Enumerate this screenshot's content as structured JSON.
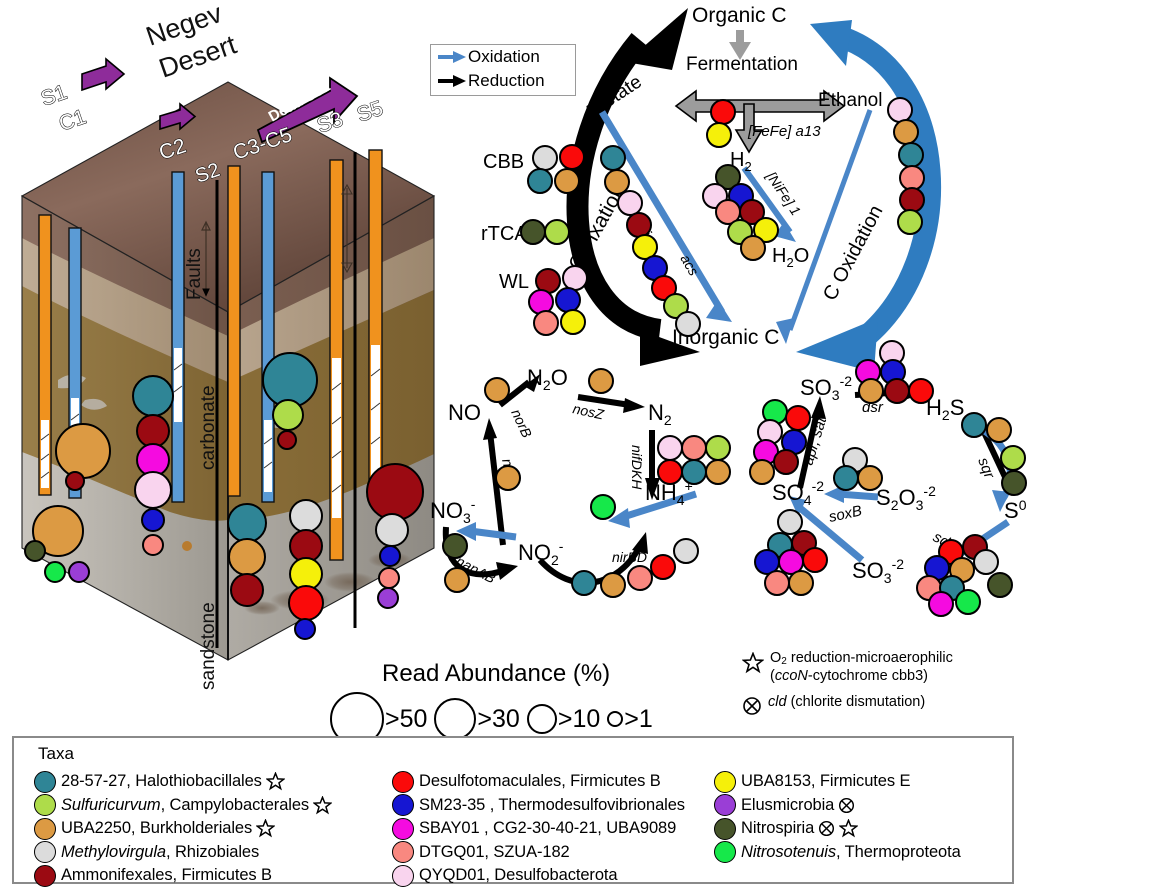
{
  "figure": {
    "block_diagram": {
      "region_label": "Negev Desert",
      "feature_label": "Dead Sea",
      "faults_label": "Faults",
      "strata": [
        {
          "name": "carbonate"
        },
        {
          "name": "sandstone"
        }
      ],
      "boreholes": [
        {
          "id": "S1",
          "type": "sulfur"
        },
        {
          "id": "C1",
          "type": "carbon"
        },
        {
          "id": "C2",
          "type": "carbon"
        },
        {
          "id": "S2",
          "type": "fault"
        },
        {
          "id": "C3-C5",
          "type": "carbon"
        },
        {
          "id": "S3",
          "type": "sulfur"
        },
        {
          "id": "S5",
          "type": "sulfur"
        }
      ],
      "colors": {
        "orange_well": "#F0921E",
        "blue_well": "#5B9BD5",
        "purple_arrow": "#8E2C9A",
        "surface_top": "#7A5C4E",
        "carbonate": "#8A6E3C",
        "sandstone": "#A8A39C"
      }
    },
    "ox_red_key": {
      "oxidation_label": "Oxidation",
      "reduction_label": "Reduction",
      "oxidation_color": "#4A86C8",
      "reduction_color": "#000000"
    },
    "carbon_cycle": {
      "nodes": [
        {
          "label": "Organic C"
        },
        {
          "label": "Fermentation"
        },
        {
          "label": "Acetate"
        },
        {
          "label": "Ethanol"
        },
        {
          "label": "H2"
        },
        {
          "label": "H2O"
        },
        {
          "label": "Inorganic C"
        }
      ],
      "pathway_labels": [
        "CBB",
        "rTCA",
        "WL"
      ],
      "arc_labels": [
        "C Fixation",
        "C Oxidation",
        "Oxidation"
      ],
      "gene_labels": [
        "[FeFe] a13",
        "[NiFe] 1",
        "acs"
      ]
    },
    "nitrogen_cycle": {
      "nodes": [
        "N2O",
        "N2",
        "NO",
        "NO3-",
        "NO2-",
        "NH4+"
      ],
      "genes": [
        "norB",
        "nosZ",
        "nifDKH",
        "nirS",
        "napAB",
        "nirBD"
      ]
    },
    "sulfur_cycle": {
      "nodes": [
        "SO3-2",
        "H2S",
        "SO4-2",
        "S2O3-2",
        "S0",
        "SO3-2"
      ],
      "genes": [
        "dsr",
        "apr, sat",
        "sqr",
        "soxB",
        "sdo"
      ]
    },
    "abundance_legend": {
      "title": "Read Abundance (%)",
      "items": [
        {
          "label": ">50",
          "diameter": 50
        },
        {
          "label": ">30",
          "diameter": 38
        },
        {
          "label": ">10",
          "diameter": 26
        },
        {
          "label": ">1",
          "diameter": 12
        }
      ]
    },
    "marker_notes": [
      {
        "glyph": "star",
        "line1_pre": "O",
        "line1_sub": "2",
        "line1_post": " reduction-microaerophilic",
        "line2_it": "ccoN",
        "line2_rest": "-cytochrome cbb3)",
        "line2_open": "("
      },
      {
        "glyph": "circled-x",
        "text_it": "cld",
        "text_rest": " (chlorite dismutation)"
      }
    ],
    "taxa_legend": {
      "title": "Taxa",
      "columns": [
        {
          "items": [
            {
              "name": "28-57-27, Halothiobacillales",
              "italic": "",
              "color": "#2F8596",
              "marks": [
                "star"
              ]
            },
            {
              "name": ", Campylobacterales",
              "italic": "Sulfuricurvum",
              "color": "#AEDC4A",
              "marks": [
                "star"
              ]
            },
            {
              "name": "UBA2250, Burkholderiales",
              "italic": "",
              "color": "#DC9A43",
              "marks": [
                "star"
              ]
            },
            {
              "name": ", Rhizobiales",
              "italic": "Methylovirgula",
              "color": "#DCDCDC",
              "marks": []
            },
            {
              "name": "Ammonifexales, Firmicutes B",
              "italic": "",
              "color": "#9B0A12",
              "marks": []
            }
          ]
        },
        {
          "items": [
            {
              "name": "Desulfotomaculales, Firmicutes B",
              "italic": "",
              "color": "#FA0A0A",
              "marks": []
            },
            {
              "name": "SM23-35 , Thermodesulfovibrionales",
              "italic": "",
              "color": "#1616D2",
              "marks": []
            },
            {
              "name": "SBAY01 , CG2-30-40-21, UBA9089",
              "italic": "",
              "color": "#F50BE0",
              "marks": []
            },
            {
              "name": "DTGQ01, SZUA-182",
              "italic": "",
              "color": "#F98880",
              "marks": []
            },
            {
              "name": "QYQD01, Desulfobacterota",
              "italic": "",
              "color": "#F9D4EE",
              "marks": []
            }
          ]
        },
        {
          "items": [
            {
              "name": "UBA8153, Firmicutes E",
              "italic": "",
              "color": "#F5F00A",
              "marks": []
            },
            {
              "name": "Elusmicrobia",
              "italic": "",
              "color": "#9A3ED6",
              "marks": [
                "circled-x"
              ]
            },
            {
              "name": "Nitrospiria",
              "italic": "",
              "color": "#46542A",
              "marks": [
                "circled-x",
                "star"
              ]
            },
            {
              "name": ", Thermoproteota",
              "italic": "Nitrosotenuis",
              "color": "#16E84A",
              "marks": []
            }
          ]
        }
      ]
    }
  }
}
